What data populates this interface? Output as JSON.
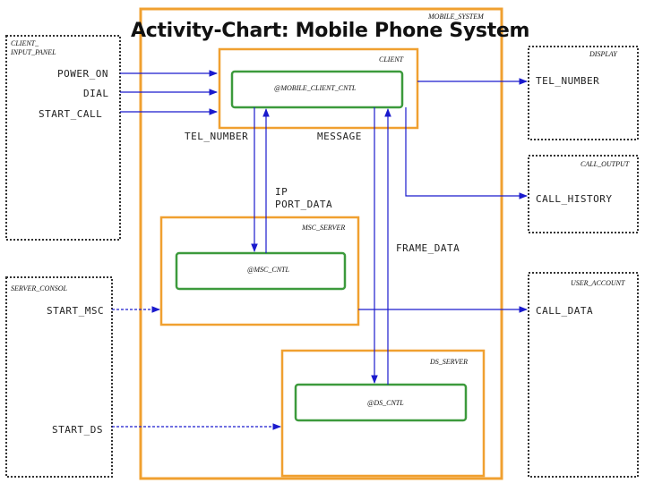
{
  "title": "Activity-Chart: Mobile Phone System",
  "boxes": {
    "system": "MOBILE_SYSTEM",
    "client_panel": "CLIENT_",
    "client_panel_sub": "INPUT_PANEL",
    "display": "DISPLAY",
    "call_output": "CALL_OUTPUT",
    "user_account": "USER_ACCOUNT",
    "server_console": "SERVER_CONSOL",
    "client": "CLIENT",
    "mobile_client_cntl": "@MOBILE_CLIENT_CNTL",
    "msc_server": "MSC_SERVER",
    "msc_cntl": "@MSC_CNTL",
    "ds_server": "DS_SERVER",
    "ds_cntl": "@DS_CNTL"
  },
  "flows": {
    "power_on": "POWER_ON",
    "dial": "DIAL",
    "start_call": "START_CALL",
    "tel_number_out": "TEL_NUMBER",
    "tel_number": "TEL_NUMBER",
    "message": "MESSAGE",
    "ip": "IP",
    "port_data": "PORT_DATA",
    "frame_data": "FRAME_DATA",
    "call_history": "CALL_HISTORY",
    "start_msc": "START_MSC",
    "call_data": "CALL_DATA",
    "start_ds": "START_DS"
  },
  "colors": {
    "orange": "#F0A030",
    "green": "#3C9A3C",
    "blue": "#1A1ACD",
    "dashed": "#333333"
  }
}
